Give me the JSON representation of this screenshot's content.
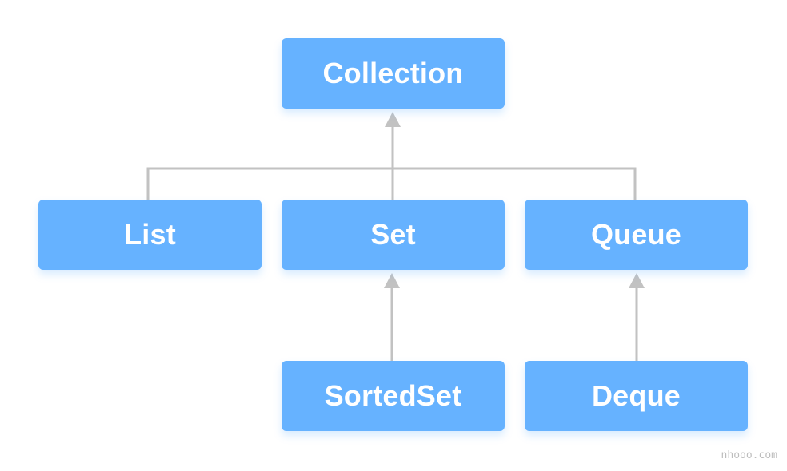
{
  "colors": {
    "node_fill": "#66b2ff",
    "connector": "#c2c2c2",
    "background": "#ffffff"
  },
  "nodes": {
    "collection": "Collection",
    "list": "List",
    "set": "Set",
    "queue": "Queue",
    "sortedset": "SortedSet",
    "deque": "Deque"
  },
  "edges": [
    {
      "from": "List",
      "to": "Collection"
    },
    {
      "from": "Set",
      "to": "Collection"
    },
    {
      "from": "Queue",
      "to": "Collection"
    },
    {
      "from": "SortedSet",
      "to": "Set"
    },
    {
      "from": "Deque",
      "to": "Queue"
    }
  ],
  "watermark": "nhooo.com"
}
